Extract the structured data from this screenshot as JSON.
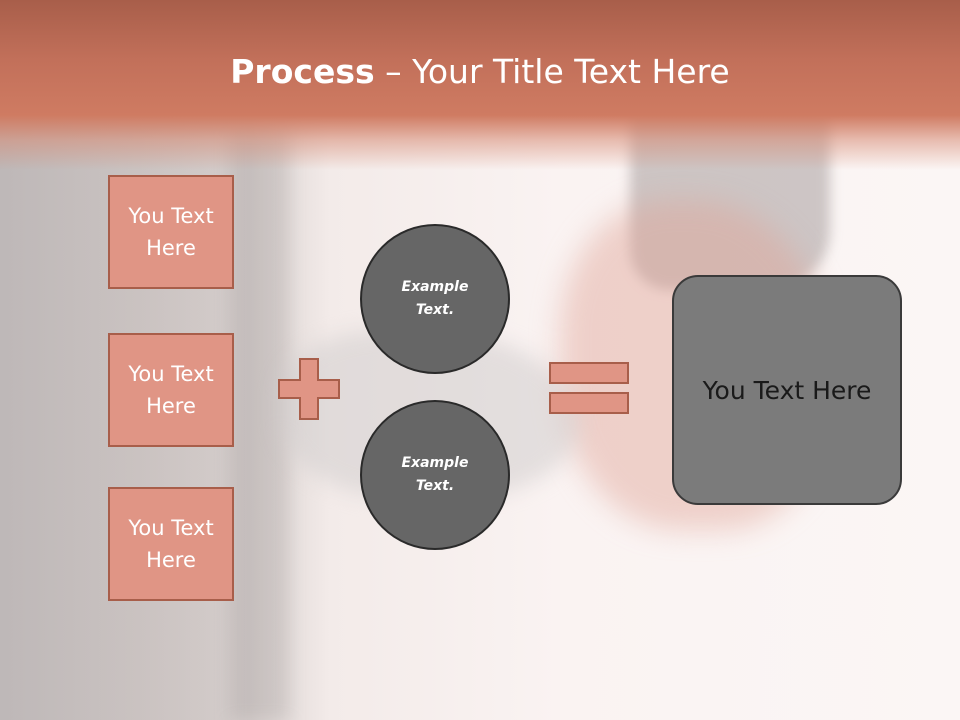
{
  "slide": {
    "title_bold": "Process",
    "title_rest": " – Your Title Text Here"
  },
  "left_boxes": [
    {
      "label": "You Text Here"
    },
    {
      "label": "You Text Here"
    },
    {
      "label": "You Text Here"
    }
  ],
  "circles": [
    {
      "label": "Example Text."
    },
    {
      "label": "Example Text."
    }
  ],
  "result": {
    "label": "You Text Here"
  },
  "colors": {
    "accent": "#cf7b62",
    "box_fill": "#e09585",
    "box_border": "#a85e4a",
    "circle_fill": "#666666",
    "result_fill": "#7b7b7b"
  },
  "icons": {
    "operator_1": "plus-icon",
    "operator_2": "equals-icon"
  }
}
